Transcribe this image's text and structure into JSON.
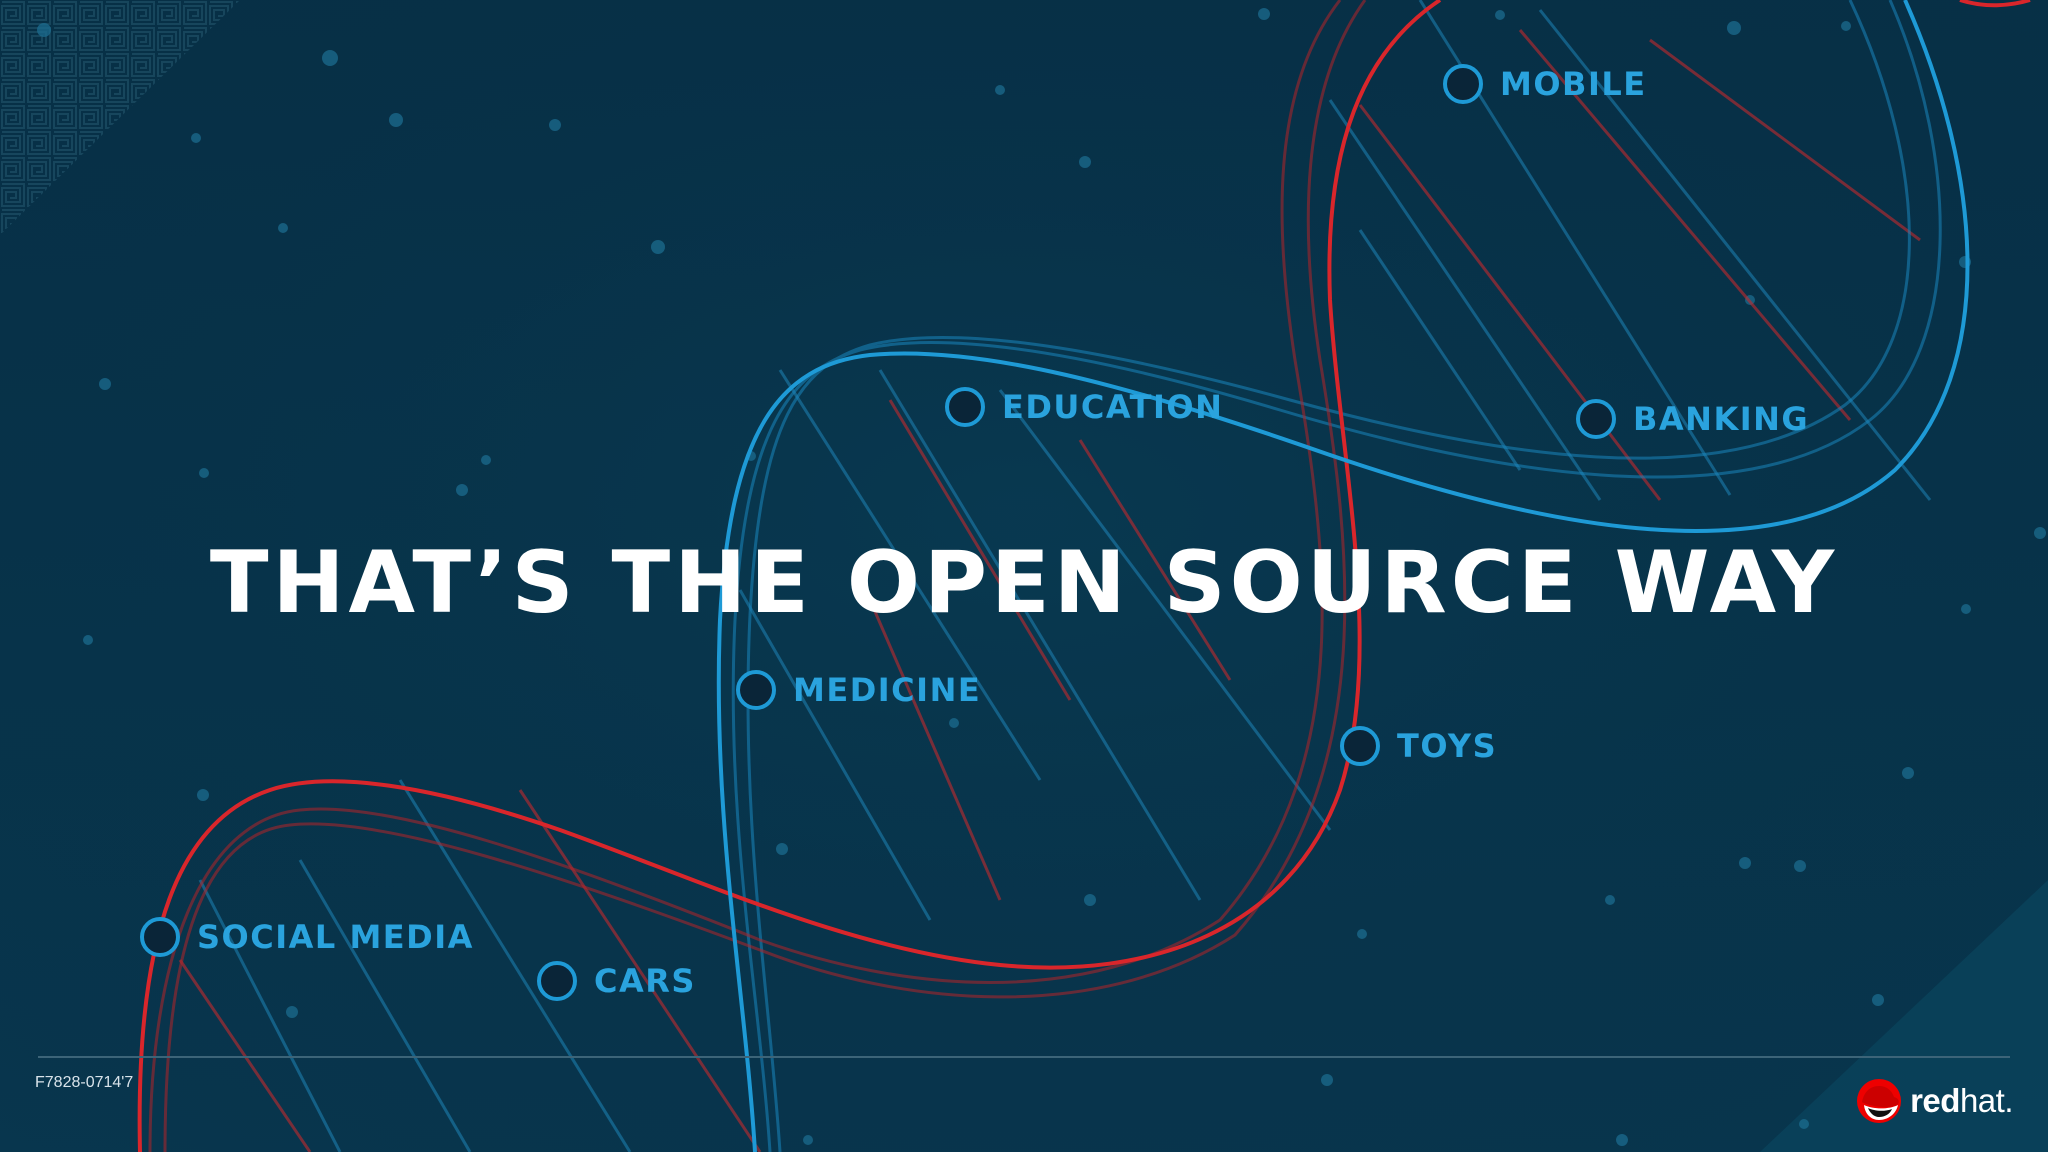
{
  "slide": {
    "headline": "THAT’S THE OPEN SOURCE WAY",
    "footer_code": "F7828-0714'7",
    "brand": {
      "bold": "red",
      "light": "hat."
    }
  },
  "dna_nodes": [
    {
      "label": "MOBILE"
    },
    {
      "label": "EDUCATION"
    },
    {
      "label": "BANKING"
    },
    {
      "label": "MEDICINE"
    },
    {
      "label": "TOYS"
    },
    {
      "label": "SOCIAL MEDIA"
    },
    {
      "label": "CARS"
    }
  ],
  "colors": {
    "background": "#073046",
    "strand_blue": "#1e9ad6",
    "strand_red": "#d9262b",
    "node_label": "#2aa3de",
    "headline": "#ffffff"
  },
  "icons": {
    "brand_logo": "red-hat-shadowman-icon",
    "node_marker": "circle-node-icon"
  }
}
